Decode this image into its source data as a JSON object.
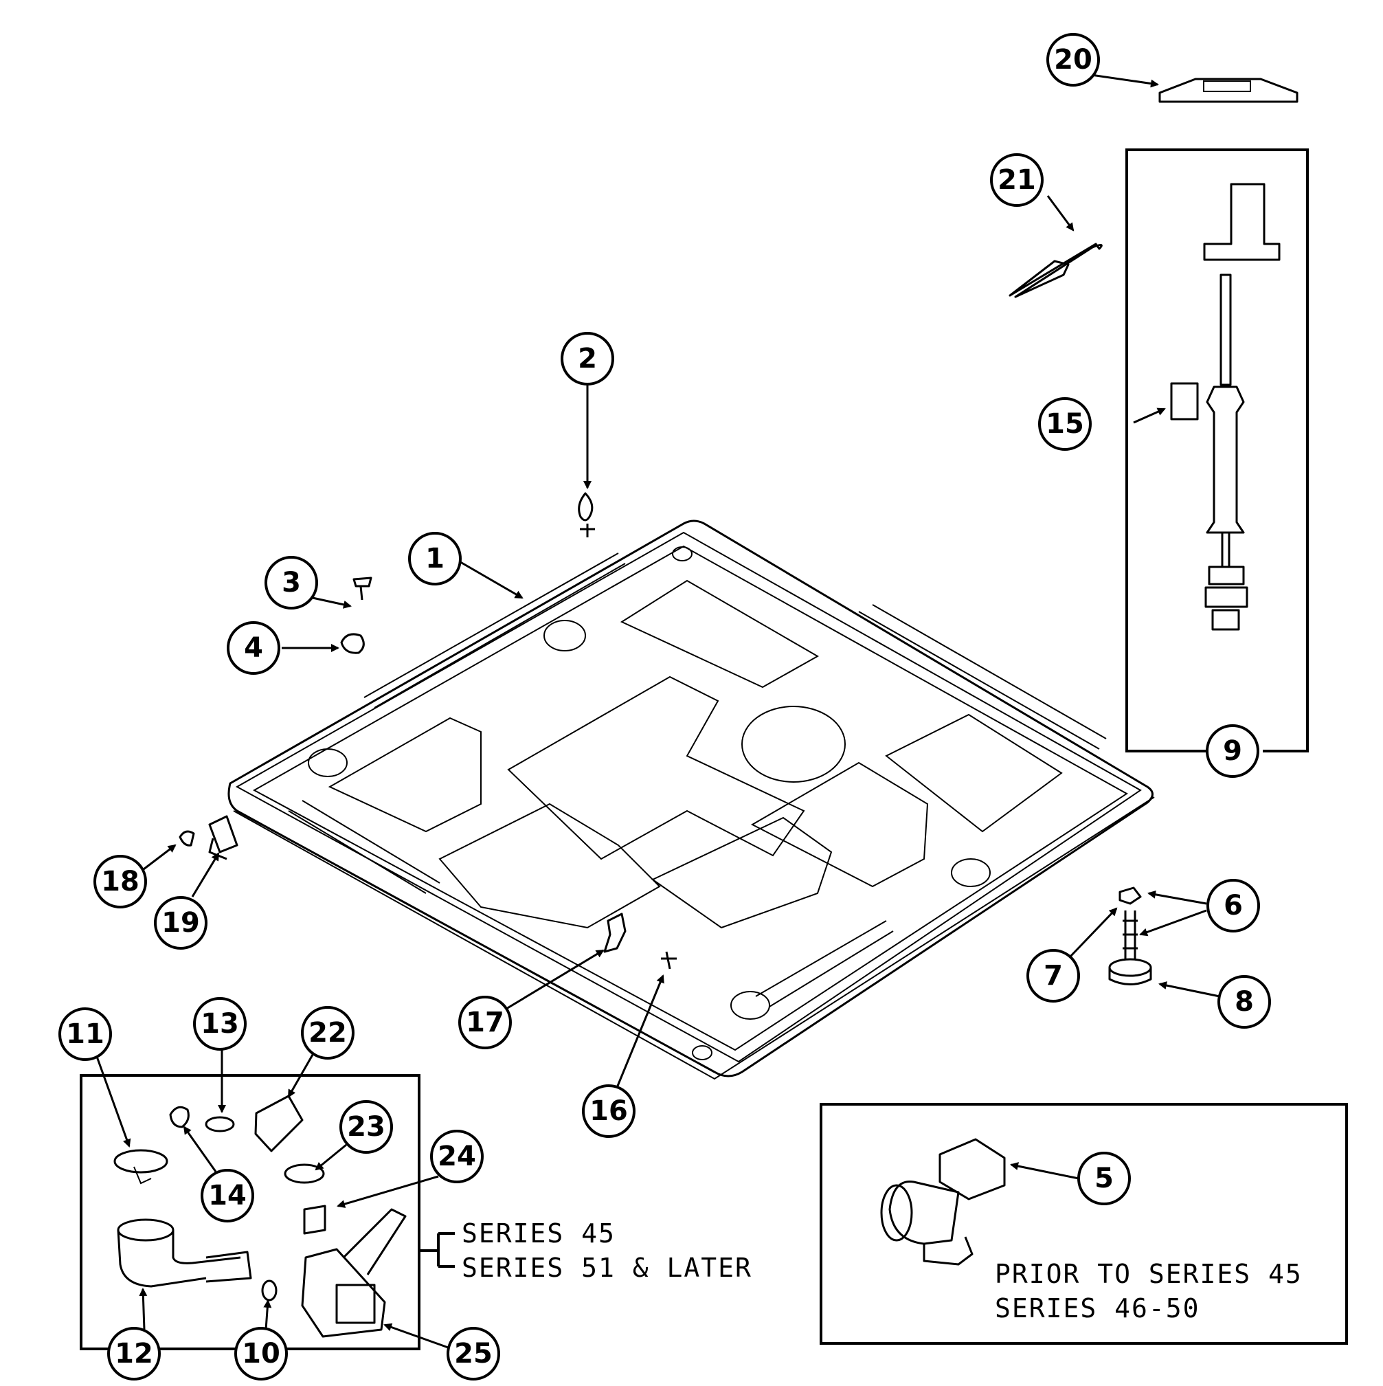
{
  "callouts": [
    "1",
    "2",
    "3",
    "4",
    "5",
    "6",
    "7",
    "8",
    "9",
    "10",
    "11",
    "12",
    "13",
    "14",
    "15",
    "16",
    "17",
    "18",
    "19",
    "20",
    "21",
    "22",
    "23",
    "24",
    "25"
  ],
  "notes": {
    "series_bracket_line1": "SERIES 45",
    "series_bracket_line2": "SERIES 51 & LATER",
    "prior_line1": "PRIOR TO SERIES 45",
    "prior_line2": "SERIES 46-50"
  }
}
